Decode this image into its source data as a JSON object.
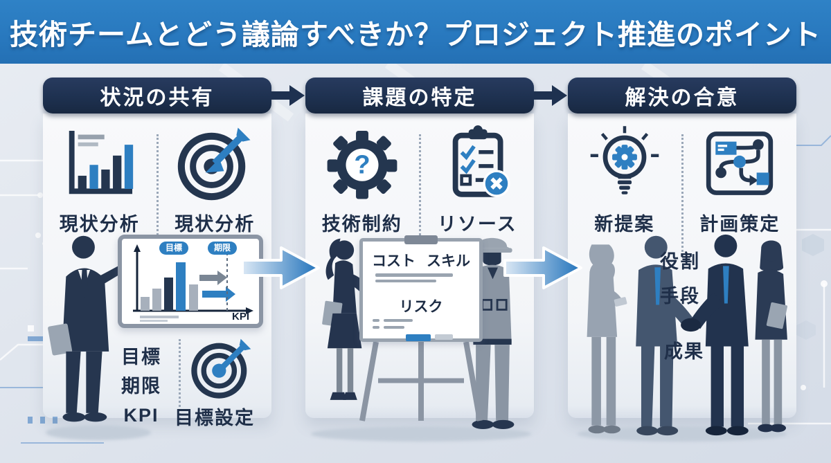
{
  "title": {
    "text": "技術チームとどう議論すべきか？プロジェクト推進のポイント"
  },
  "panels": [
    {
      "header": "状況の共有",
      "items": [
        {
          "icon": "bar-chart-icon",
          "label": "現状分析"
        },
        {
          "icon": "target-dart-icon",
          "label": "現状分析"
        }
      ],
      "scene": {
        "board": {
          "badge_goal": "目標",
          "badge_deadline": "期限",
          "axis_label": "KPI"
        },
        "keywords": [
          "目標",
          "期限",
          "KPI"
        ],
        "goal_setting": {
          "icon": "target-dart-icon",
          "label": "目標設定"
        }
      }
    },
    {
      "header": "課題の特定",
      "items": [
        {
          "icon": "gear-question-icon",
          "label": "技術制約",
          "mark": "?"
        },
        {
          "icon": "clipboard-x-icon",
          "label": "リソース"
        }
      ],
      "scene": {
        "board_words": [
          "コスト",
          "スキル",
          "リスク"
        ]
      }
    },
    {
      "header": "解決の合意",
      "items": [
        {
          "icon": "lightbulb-gear-icon",
          "label": "新提案"
        },
        {
          "icon": "roadmap-icon",
          "label": "計画策定"
        }
      ],
      "scene": {
        "keywords": [
          "役割",
          "手段",
          "成果"
        ]
      }
    }
  ],
  "colors": {
    "banner_blue": "#2878be",
    "header_navy": "#1e3150",
    "accent_blue": "#2e7fc1",
    "icon_navy": "#24364f",
    "label_navy": "#1f2f49",
    "gray": "#8e99a8"
  }
}
